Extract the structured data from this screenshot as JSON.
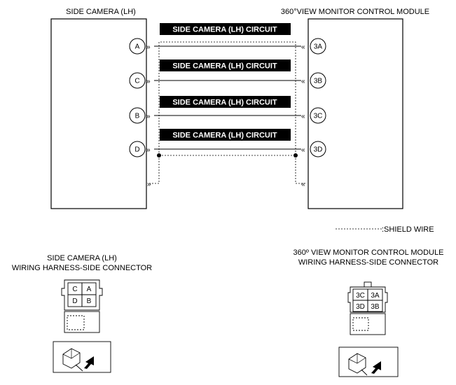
{
  "left_component": {
    "title": "SIDE CAMERA (LH)"
  },
  "right_component": {
    "title": "360°VIEW MONITOR CONTROL MODULE"
  },
  "circuits": [
    {
      "label": "SIDE CAMERA (LH) CIRCUIT",
      "left_pin": "A",
      "right_pin": "3A"
    },
    {
      "label": "SIDE CAMERA (LH) CIRCUIT",
      "left_pin": "C",
      "right_pin": "3B"
    },
    {
      "label": "SIDE CAMERA (LH) CIRCUIT",
      "left_pin": "B",
      "right_pin": "3C"
    },
    {
      "label": "SIDE CAMERA (LH) CIRCUIT",
      "left_pin": "D",
      "right_pin": "3D"
    }
  ],
  "legend": {
    "shield_wire": ":SHIELD WIRE"
  },
  "left_connector": {
    "title_line1": "SIDE CAMERA (LH)",
    "title_line2": "WIRING HARNESS-SIDE CONNECTOR",
    "pins": [
      "C",
      "A",
      "D",
      "B"
    ]
  },
  "right_connector": {
    "title_line1": "360º VIEW MONITOR CONTROL MODULE",
    "title_line2": "WIRING HARNESS-SIDE CONNECTOR",
    "pins": [
      "3C",
      "3A",
      "3D",
      "3B"
    ]
  }
}
